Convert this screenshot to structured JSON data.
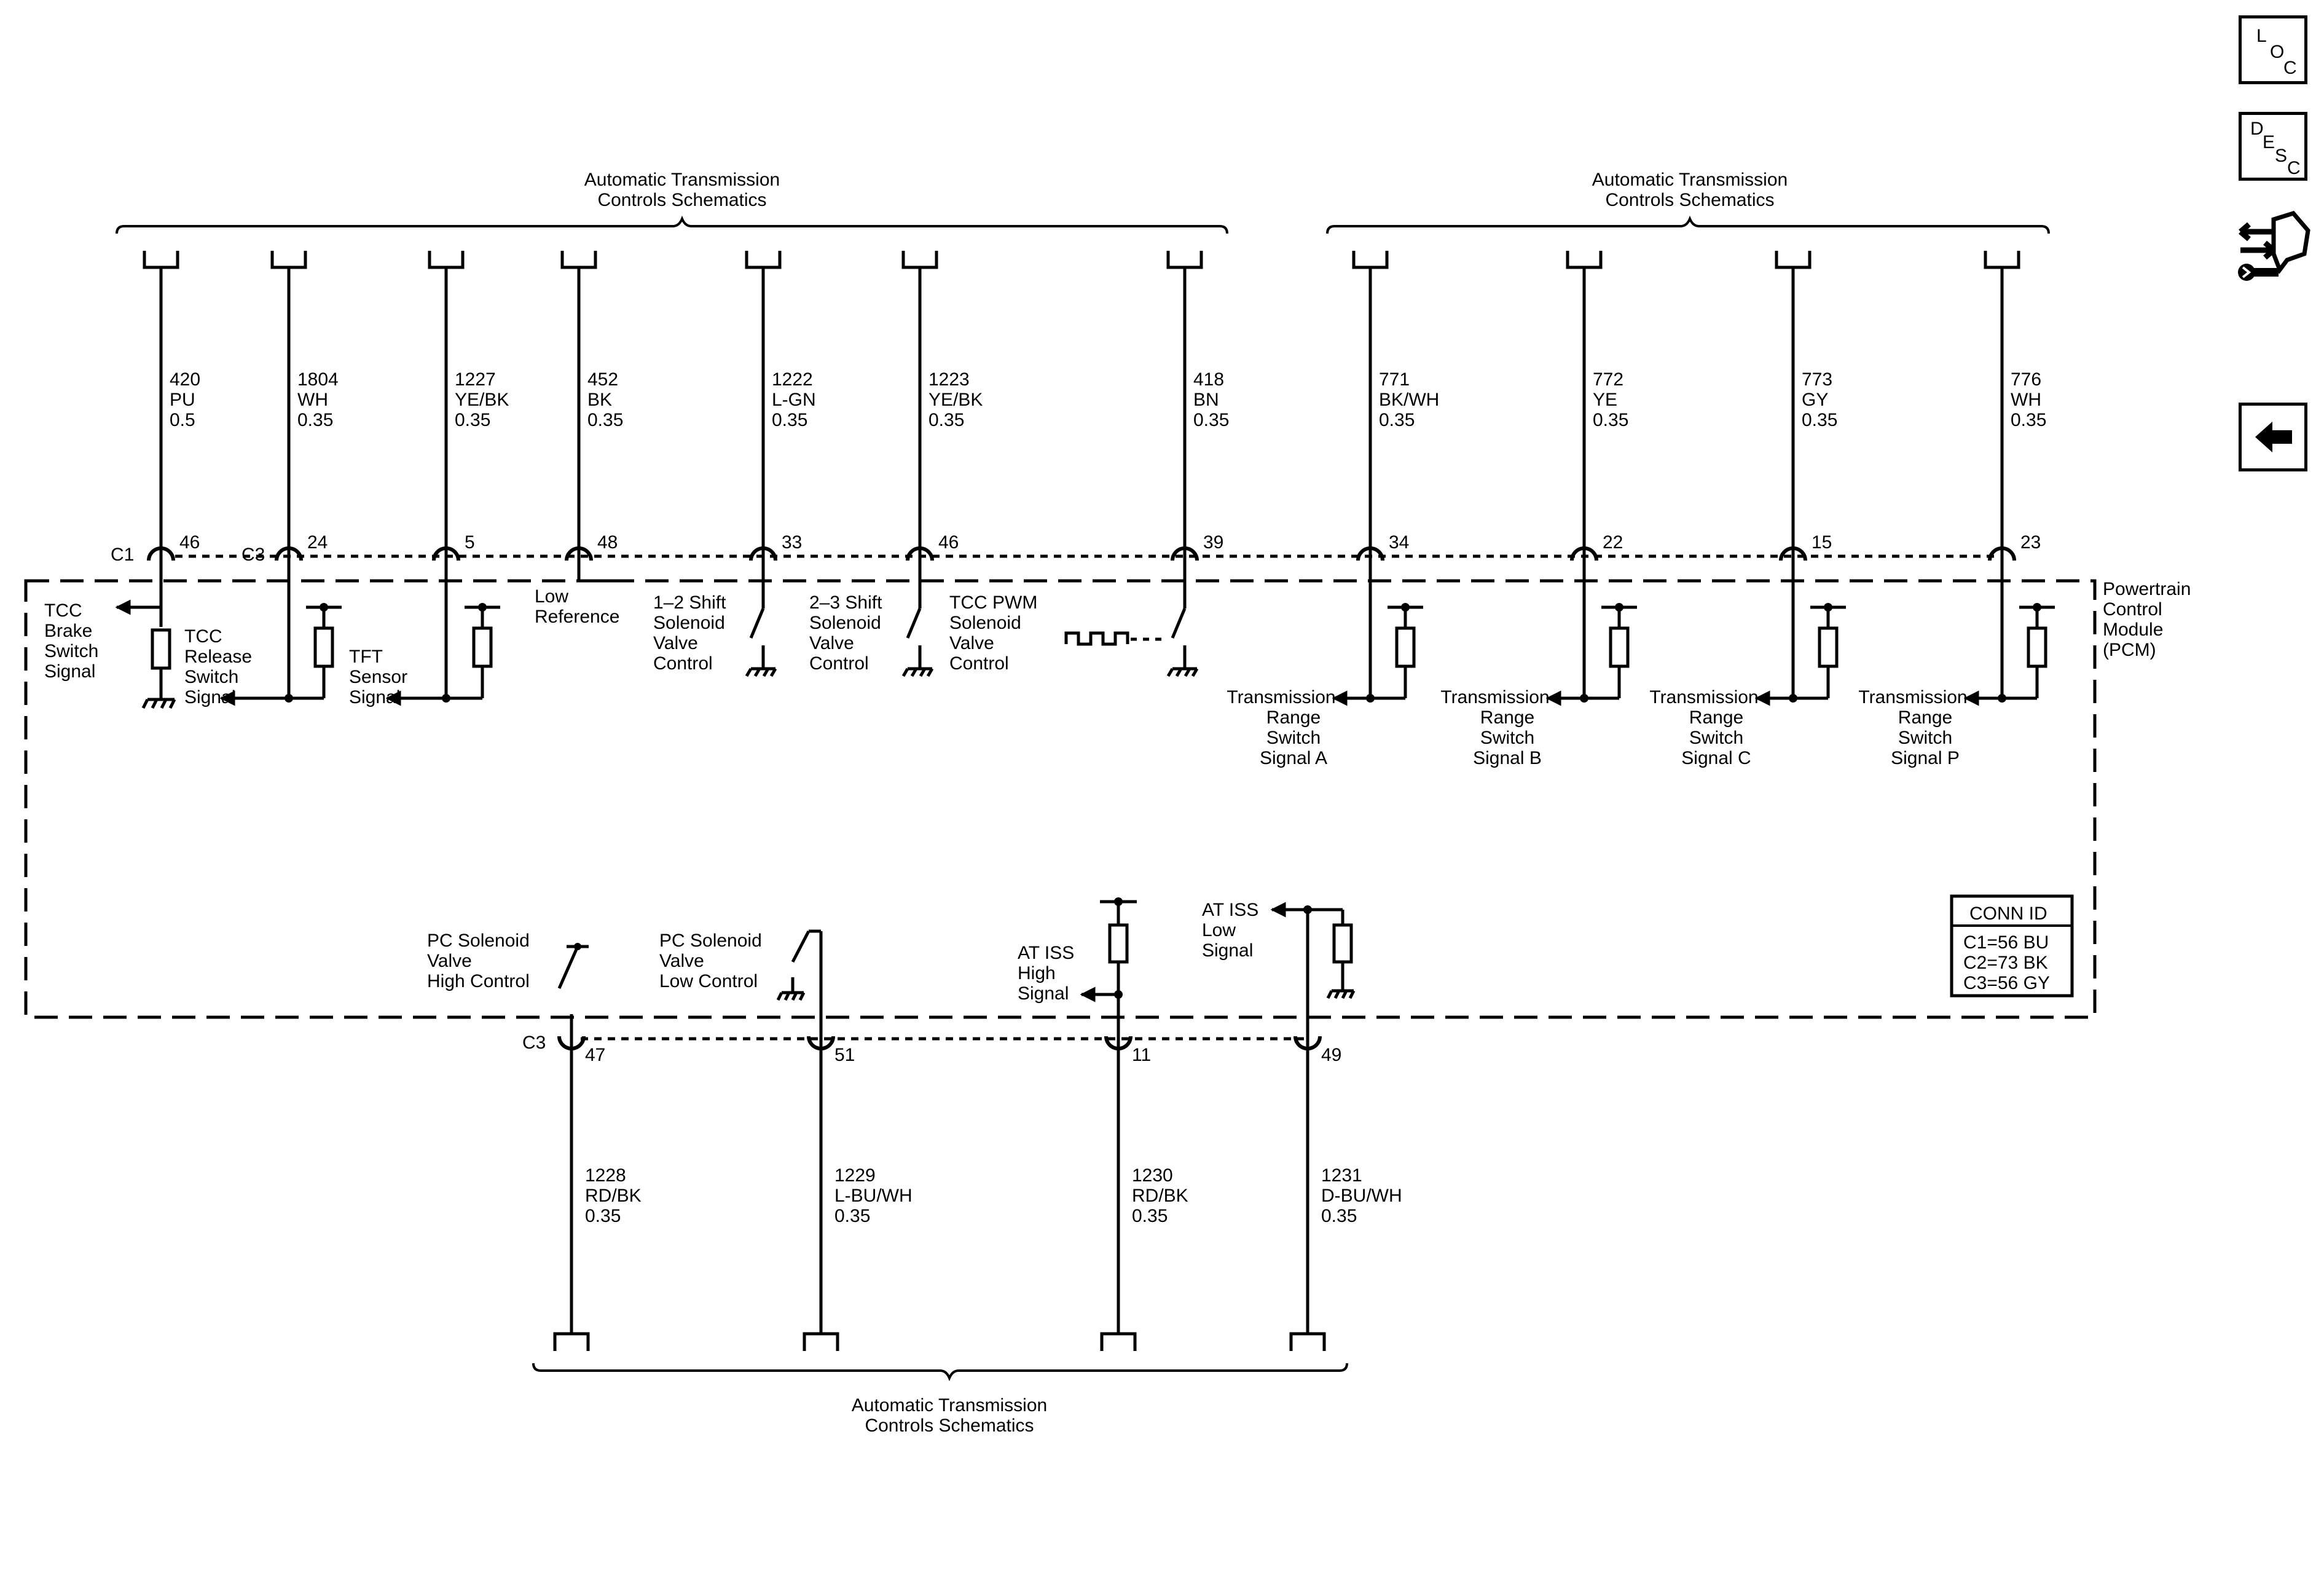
{
  "nav": {
    "loc": [
      "L",
      "O",
      "C"
    ],
    "desc": [
      "D",
      "E",
      "S",
      "C"
    ]
  },
  "headers": {
    "top_left": [
      "Automatic Transmission",
      "Controls Schematics"
    ],
    "top_right": [
      "Automatic Transmission",
      "Controls Schematics"
    ],
    "bottom": [
      "Automatic Transmission",
      "Controls Schematics"
    ]
  },
  "pcm": {
    "label": [
      "Powertrain",
      "Control",
      "Module",
      "(PCM)"
    ]
  },
  "conn_id": {
    "title": "CONN ID",
    "rows": [
      "C1=56 BU",
      "C2=73 BK",
      "C3=56 GY"
    ]
  },
  "connectors": {
    "c1": "C1",
    "c3_top": "C3",
    "c3_bottom": "C3"
  },
  "top_wires": [
    {
      "circuit": "420",
      "color": "PU",
      "gauge": "0.5",
      "pin": "46"
    },
    {
      "circuit": "1804",
      "color": "WH",
      "gauge": "0.35",
      "pin": "24"
    },
    {
      "circuit": "1227",
      "color": "YE/BK",
      "gauge": "0.35",
      "pin": "5"
    },
    {
      "circuit": "452",
      "color": "BK",
      "gauge": "0.35",
      "pin": "48"
    },
    {
      "circuit": "1222",
      "color": "L-GN",
      "gauge": "0.35",
      "pin": "33"
    },
    {
      "circuit": "1223",
      "color": "YE/BK",
      "gauge": "0.35",
      "pin": "46"
    },
    {
      "circuit": "418",
      "color": "BN",
      "gauge": "0.35",
      "pin": "39"
    },
    {
      "circuit": "771",
      "color": "BK/WH",
      "gauge": "0.35",
      "pin": "34"
    },
    {
      "circuit": "772",
      "color": "YE",
      "gauge": "0.35",
      "pin": "22"
    },
    {
      "circuit": "773",
      "color": "GY",
      "gauge": "0.35",
      "pin": "15"
    },
    {
      "circuit": "776",
      "color": "WH",
      "gauge": "0.35",
      "pin": "23"
    }
  ],
  "bottom_wires": [
    {
      "circuit": "1228",
      "color": "RD/BK",
      "gauge": "0.35",
      "pin": "47"
    },
    {
      "circuit": "1229",
      "color": "L-BU/WH",
      "gauge": "0.35",
      "pin": "51"
    },
    {
      "circuit": "1230",
      "color": "RD/BK",
      "gauge": "0.35",
      "pin": "11"
    },
    {
      "circuit": "1231",
      "color": "D-BU/WH",
      "gauge": "0.35",
      "pin": "49"
    }
  ],
  "signals": {
    "tcc_brake": [
      "TCC",
      "Brake",
      "Switch",
      "Signal"
    ],
    "tcc_release": [
      "TCC",
      "Release",
      "Switch",
      "Signal"
    ],
    "tft": [
      "TFT",
      "Sensor",
      "Signal"
    ],
    "low_ref": [
      "Low",
      "Reference"
    ],
    "shift_12": [
      "1–2 Shift",
      "Solenoid",
      "Valve",
      "Control"
    ],
    "shift_23": [
      "2–3 Shift",
      "Solenoid",
      "Valve",
      "Control"
    ],
    "tcc_pwm": [
      "TCC PWM",
      "Solenoid",
      "Valve",
      "Control"
    ],
    "trs_a": [
      "Transmission",
      "Range",
      "Switch",
      "Signal A"
    ],
    "trs_b": [
      "Transmission",
      "Range",
      "Switch",
      "Signal B"
    ],
    "trs_c": [
      "Transmission",
      "Range",
      "Switch",
      "Signal C"
    ],
    "trs_p": [
      "Transmission",
      "Range",
      "Switch",
      "Signal P"
    ],
    "pc_high": [
      "PC Solenoid",
      "Valve",
      "High Control"
    ],
    "pc_low": [
      "PC Solenoid",
      "Valve",
      "Low Control"
    ],
    "iss_high": [
      "AT ISS",
      "High",
      "Signal"
    ],
    "iss_low": [
      "AT ISS",
      "Low",
      "Signal"
    ]
  }
}
